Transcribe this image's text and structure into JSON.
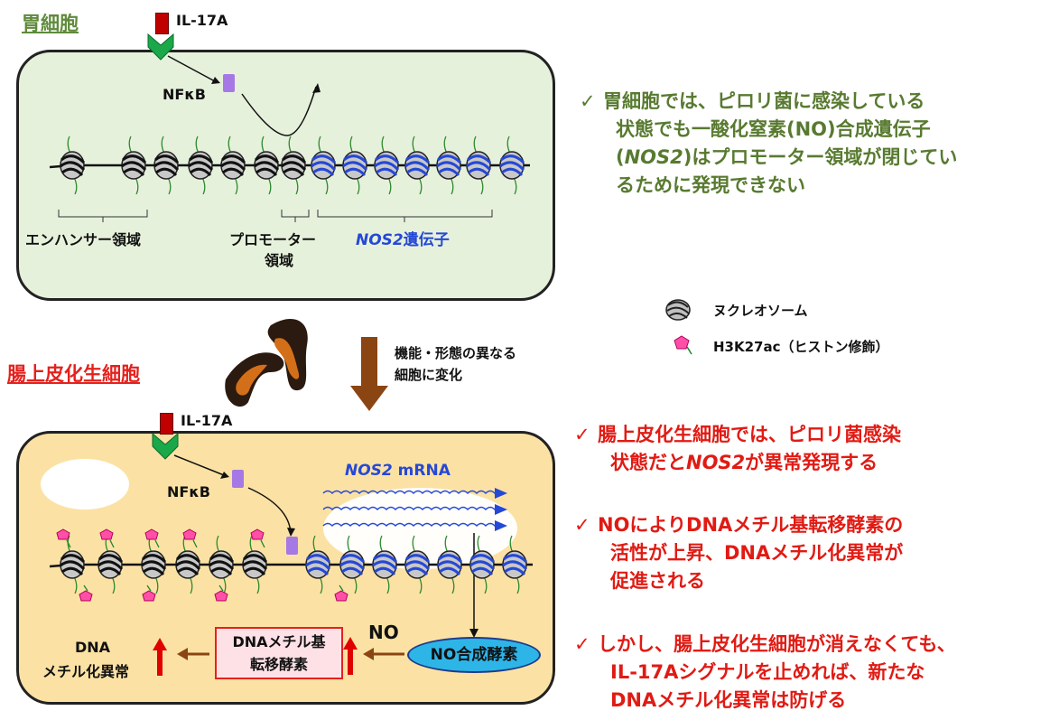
{
  "titles": {
    "gastric_cell": "胃細胞",
    "intestinal_metaplasia": "腸上皮化生細胞"
  },
  "top_panel": {
    "il17a": "IL-17A",
    "nfkb": "NFκB",
    "enhancer_region": "エンハンサー領域",
    "promoter_region_line1": "プロモーター",
    "promoter_region_line2": "領域",
    "nos2_gene_italic": "NOS2",
    "nos2_gene_suffix": "遺伝子"
  },
  "transition": {
    "line1": "機能・形態の異なる",
    "line2": "細胞に変化"
  },
  "bottom_panel": {
    "il17a": "IL-17A",
    "nfkb": "NFκB",
    "nos2_mrna_italic": "NOS2",
    "nos2_mrna_suffix": " mRNA",
    "no_label": "NO",
    "no_synthase": "NO合成酵素",
    "dnmt_line1": "DNAメチル基",
    "dnmt_line2": "転移酵素",
    "dna_meth_line1": "DNA",
    "dna_meth_line2": "メチル化異常"
  },
  "legend": {
    "nucleosome": "ヌクレオソーム",
    "h3k27ac": "H3K27ac（ヒストン修飾）"
  },
  "notes": {
    "check": "✓",
    "green_1a": "胃細胞では、ピロリ菌に感染している",
    "green_1b": "状態でも一酸化窒素(NO)合成遺伝子",
    "green_1c_open": "(",
    "green_1c_italic": "NOS2",
    "green_1c_rest": ")はプロモーター領域が閉じてい",
    "green_1d": "るために発現できない",
    "red_1a": "腸上皮化生細胞では、ピロリ菌感染",
    "red_1b_pre": "状態だと",
    "red_1b_italic": "NOS2",
    "red_1b_post": "が異常発現する",
    "red_2a": "NOによりDNAメチル基転移酵素の",
    "red_2b": "活性が上昇、DNAメチル化異常が",
    "red_2c": "促進される",
    "red_3a": "しかし、腸上皮化生細胞が消えなくても、",
    "red_3b": "IL-17Aシグナルを止めれば、新たな",
    "red_3c": "DNAメチル化異常は防げる"
  },
  "colors": {
    "green_cell": "#e6f1dc",
    "yellow_cell": "#fbe2a4",
    "green_text": "#587a30",
    "red_text": "#e01b14",
    "blue_gene": "#2548d6",
    "arrow_brown": "#8b4513"
  }
}
